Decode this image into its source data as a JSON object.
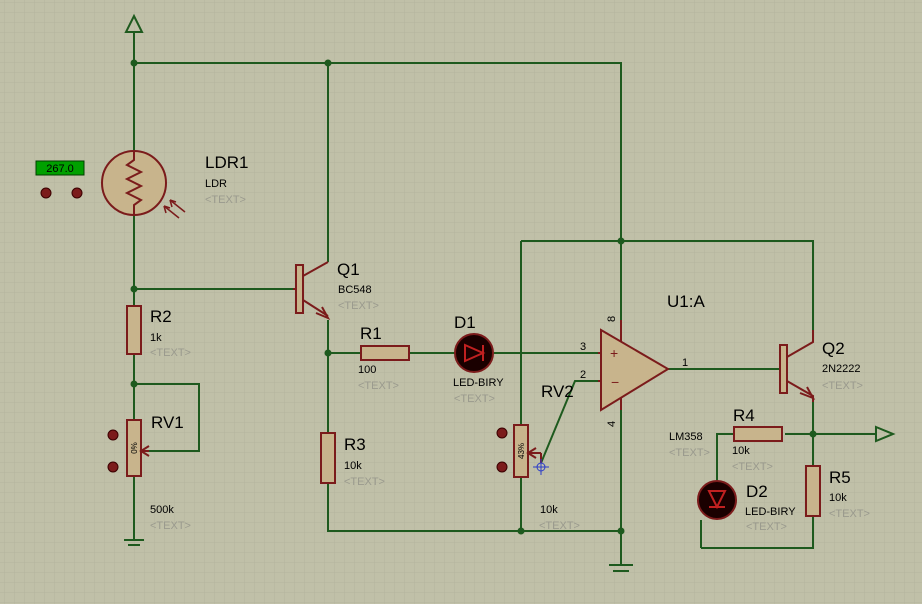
{
  "colors": {
    "background": "#c0c0a8",
    "grid": "#b0b09c",
    "wire": "#1e5a1e",
    "component_outline": "#7b1b1b",
    "component_fill": "#c8b48c",
    "led_fill": "#1a0000",
    "probe_box": "#00a000"
  },
  "probe": {
    "reading": "267.0"
  },
  "components": {
    "ldr1": {
      "ref": "LDR1",
      "value": "LDR",
      "text": "<TEXT>"
    },
    "r2": {
      "ref": "R2",
      "value": "1k",
      "text": "<TEXT>"
    },
    "rv1": {
      "ref": "RV1",
      "value": "500k",
      "text": "<TEXT>",
      "wiper": "0%"
    },
    "q1": {
      "ref": "Q1",
      "value": "BC548",
      "text": "<TEXT>"
    },
    "r1": {
      "ref": "R1",
      "value": "100",
      "text": "<TEXT>"
    },
    "d1": {
      "ref": "D1",
      "value": "LED-BIRY",
      "text": "<TEXT>"
    },
    "r3": {
      "ref": "R3",
      "value": "10k",
      "text": "<TEXT>"
    },
    "rv2": {
      "ref": "RV2",
      "value": "10k",
      "text": "<TEXT>",
      "wiper": "43%"
    },
    "u1": {
      "ref": "U1:A",
      "value": "LM358",
      "text": "<TEXT>",
      "pins": {
        "plus": "3",
        "minus": "2",
        "out": "1",
        "vcc": "8",
        "gnd": "4"
      }
    },
    "q2": {
      "ref": "Q2",
      "value": "2N2222",
      "text": "<TEXT>"
    },
    "r4": {
      "ref": "R4",
      "value": "10k",
      "text": "<TEXT>"
    },
    "d2": {
      "ref": "D2",
      "value": "LED-BIRY",
      "text": "<TEXT>"
    },
    "r5": {
      "ref": "R5",
      "value": "10k",
      "text": "<TEXT>"
    }
  }
}
